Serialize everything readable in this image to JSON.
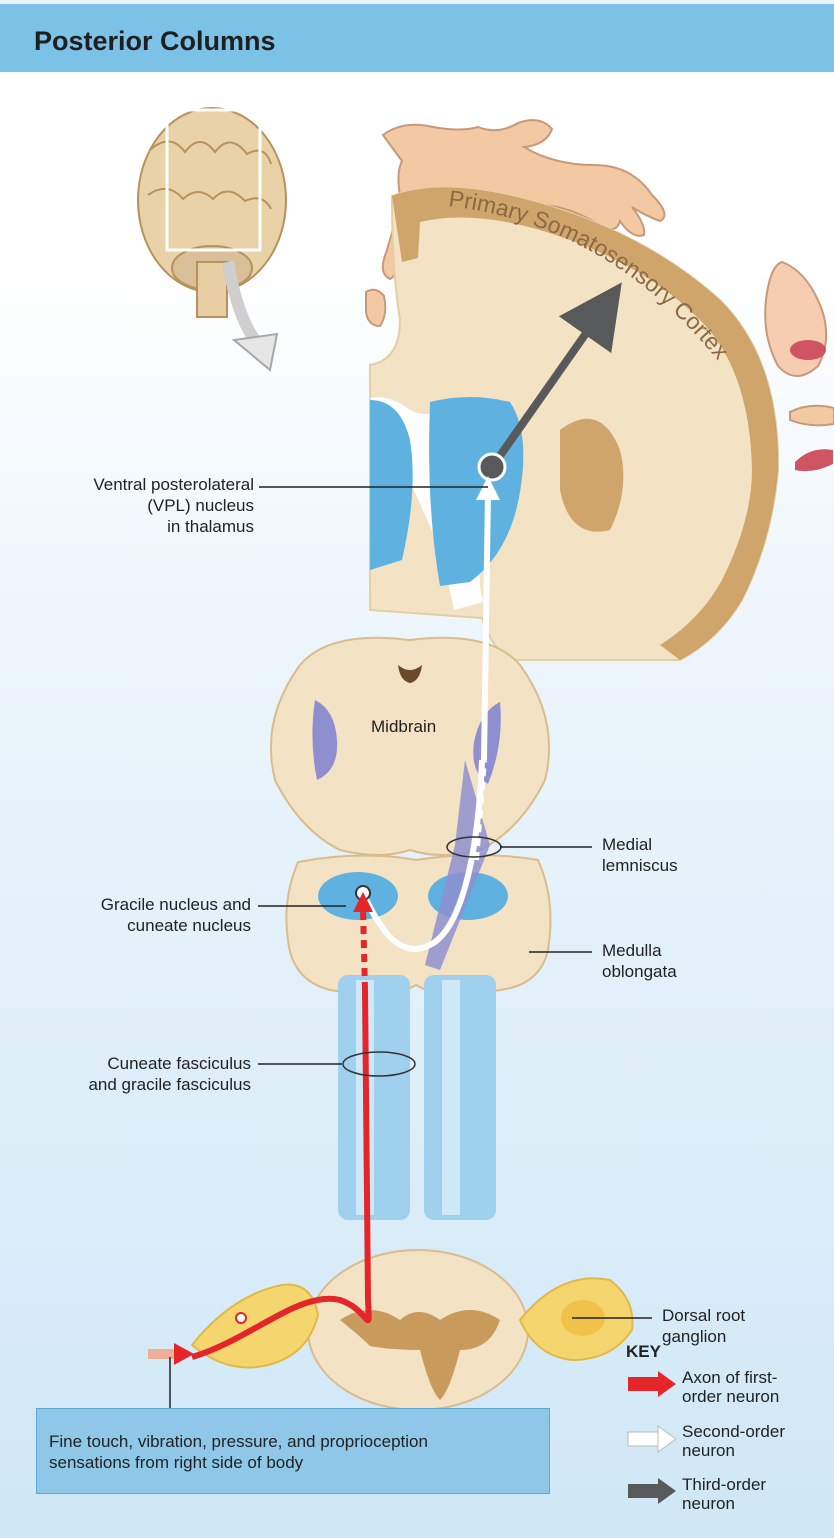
{
  "header": {
    "title": "Posterior Columns"
  },
  "cortex_label": "Primary Somatosensory Cortex",
  "labels": {
    "vpl_line1": "Ventral posterolateral",
    "vpl_line2": "(VPL) nucleus",
    "vpl_line3": "in thalamus",
    "midbrain": "Midbrain",
    "medial_lemniscus_line1": "Medial",
    "medial_lemniscus_line2": "lemniscus",
    "nuclei_line1": "Gracile nucleus and",
    "nuclei_line2": "cuneate nucleus",
    "medulla_line1": "Medulla",
    "medulla_line2": "oblongata",
    "fasciculus_line1": "Cuneate fasciculus",
    "fasciculus_line2": "and gracile fasciculus",
    "drg_line1": "Dorsal root",
    "drg_line2": "ganglion"
  },
  "sensation_box": {
    "line1": "Fine touch, vibration, pressure, and proprioception",
    "line2": "sensations from right side of body"
  },
  "key": {
    "title": "KEY",
    "items": [
      {
        "line1": "Axon of first-",
        "line2": "order neuron",
        "color": "#e4262b"
      },
      {
        "line1": "Second-order",
        "line2": "neuron",
        "color": "#ffffff"
      },
      {
        "line1": "Third-order",
        "line2": "neuron",
        "color": "#58595b"
      }
    ]
  },
  "colors": {
    "tissue": "#f3e2c3",
    "gray_matter": "#c89a5c",
    "nucleus_blue": "#5fb2e0",
    "lemniscus": "#8f8fd0",
    "first_order": "#e4262b",
    "second_order": "#ffffff",
    "third_order": "#58595b",
    "ganglion": "#f5d66e"
  }
}
